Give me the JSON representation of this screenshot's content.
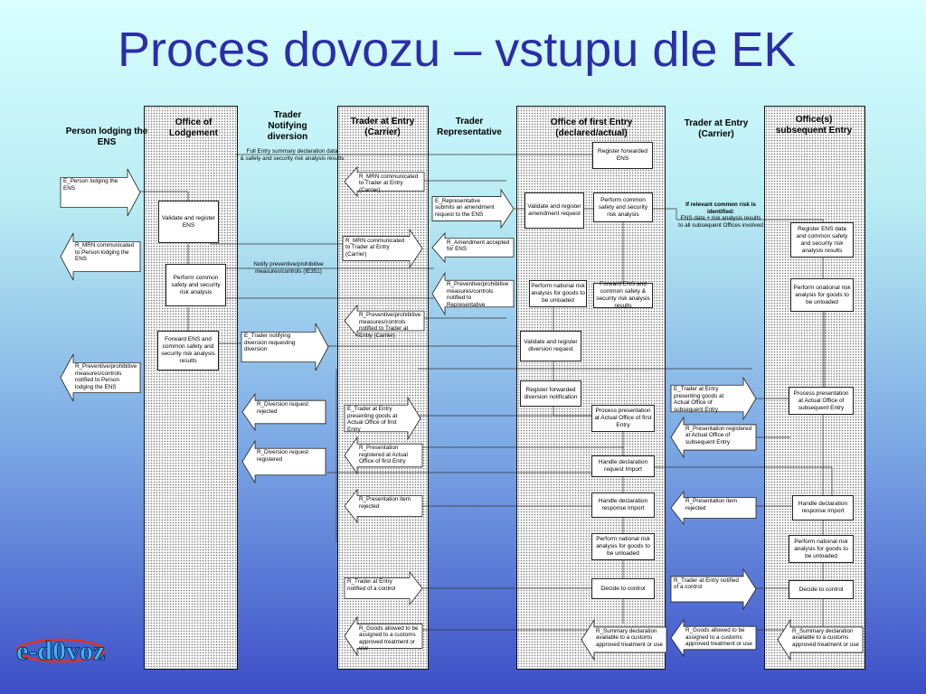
{
  "title": "Proces dovozu – vstupu dle EK",
  "logo_text": "e-d0voz",
  "lanes": {
    "person": "Person lodging the ENS",
    "lodgement": "Office of Lodgement",
    "trader_notifying": "Trader Notifying diversion",
    "trader_entry_carrier": "Trader at Entry (Carrier)",
    "trader_rep": "Trader Representative",
    "first_entry": "Office of first Entry (declared/actual)",
    "trader_entry_carrier2": "Trader at Entry (Carrier)",
    "subsequent": "Office(s) subsequent Entry"
  },
  "boxes": {
    "validate_register_ens": "Validate and register ENS",
    "perform_common_1": "Perform common safety and security risk analysis",
    "forward_ens_1": "Forward ENS and common safety and security risk analysis results",
    "register_forwarded_ens": "Register forwarded ENS",
    "validate_register_amend": "Validate and register amendment request",
    "perform_common_2": "Perform common safety and security risk analysis",
    "perform_national_1": "Perform national risk analysis for goods to be unloaded",
    "forward_ens_2": "Forward ENS and common safety & security risk analysis results",
    "validate_register_diversion": "Validate and register diversion request",
    "register_forwarded_div": "Register forwarded diversion notification",
    "process_presentation_1": "Process presentation at Actual Office of first Entry",
    "handle_decl_request_1": "Handle declaration request Import",
    "handle_decl_response_1": "Handle declaration response Import",
    "perform_national_2": "Perform national risk analysis for goods to be unloaded",
    "decide_control_1": "Decide to control",
    "register_ens_data": "Register ENS data and common safety and security risk analysis results",
    "perform_onational": "Perform onational risk analysis for goods to be unloaded",
    "process_presentation_2": "Process presentation at Actual Office of subsequent Entry",
    "handle_decl_response_2": "Handle declaration response Import",
    "perform_national_3": "Perform national risk analysis for goods to be unloaded",
    "decide_control_2": "Decide to control"
  },
  "messages": {
    "e_person_lodging": "E_Person lodging the ENS",
    "r_mrn_person": "R_MRN communicated to Person lodging the ENS",
    "r_preventive_person": "R_Preventive/prohibitive measures/controls notified to Person lodging the ENS",
    "r_mrn_trader_1": "R_MRN communicated to Trader at Entry (Carrier)",
    "r_mrn_trader_2": "R_MRN communicated to Trader at Entry (Carrier)",
    "r_preventive_trader": "R_Preventive/prohibitive measures/controls notified to Trader at Entry (Carrier)",
    "e_trader_notifying": "E_Trader notifying diversion requesting diversion",
    "r_diversion_rejected": "R_Diversion request rejected",
    "r_diversion_registered": "R_Diversion request registered",
    "e_trader_presenting_1": "E_Trader at Entry presenting goods at Actual Office of first Entry",
    "r_presentation_registered": "R_Presentation registered at Actual Office of first Entry",
    "r_presentation_rejected_1": "R_Presentation item rejected",
    "r_trader_notified_1": "R_Trader at Entry notified of a control",
    "r_goods_allowed_1": "R_Goods allowed to be assigned to a customs approved treatment or use",
    "e_rep_amend": "E_Representative submits an amendment request to the ENS",
    "r_amend_accepted": "R_Amendment accepted for ENS",
    "r_preventive_rep": "R_Preventive/prohibitive measures/controls notified to Representative",
    "e_trader_presenting_2": "E_Trader at Entry presenting goods at Actual Office of subsequent Entry",
    "r_presentation_registered_2": "R_Presentation registered at Actual Office of subsequent Entry",
    "r_presentation_rejected_2": "R_Presentation item rejected",
    "r_trader_notified_2": "R_Trader at Entry notified of a control",
    "r_goods_allowed_2": "R_Goods allowed to be assigned to a customs approved treatment or use",
    "r_summary_1": "R_Summary declaration available to a customs approved treatment or use",
    "r_summary_2": "R_Summary declaration available to a customs approved treatment or use"
  },
  "notes": {
    "full_entry_1": "Full Entry summary declaration data",
    "full_entry_2": "& safety and security risk analysis results",
    "notify_1": "Notify preventive/prohibitive",
    "notify_2": "measures/controls (IE351)",
    "relevant_1": "If relevant common risk is",
    "relevant_2": "identified:",
    "relevant_3": "ENS data + risk analysis results",
    "relevant_4": "to all subsequent Offices involved"
  },
  "colors": {
    "title": "#2b2ea8",
    "background_top": "#d9ffff",
    "background_bottom": "#3c4ec8"
  }
}
